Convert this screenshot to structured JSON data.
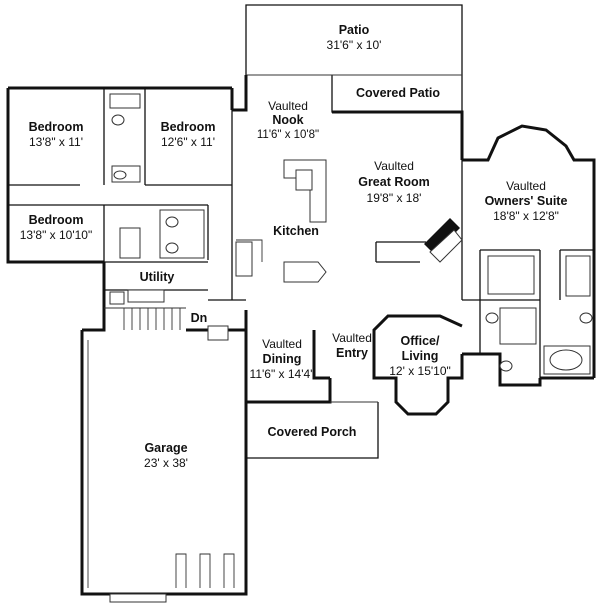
{
  "rooms": {
    "patio": {
      "name": "Patio",
      "dims": "31'6\" x 10'"
    },
    "covered_patio": {
      "name": "Covered Patio"
    },
    "nook": {
      "prefix": "Vaulted",
      "name": "Nook",
      "dims": "11'6\" x 10'8\""
    },
    "great_room": {
      "prefix": "Vaulted",
      "name": "Great Room",
      "dims": "19'8\" x 18'"
    },
    "owners_suite": {
      "prefix": "Vaulted",
      "name": "Owners' Suite",
      "dims": "18'8\" x 12'8\""
    },
    "bedroom1": {
      "name": "Bedroom",
      "dims": "13'8\" x 11'"
    },
    "bedroom2": {
      "name": "Bedroom",
      "dims": "12'6\" x 11'"
    },
    "bedroom3": {
      "name": "Bedroom",
      "dims": "13'8\" x 10'10\""
    },
    "kitchen": {
      "name": "Kitchen"
    },
    "utility": {
      "name": "Utility"
    },
    "stair": {
      "label": "Dn"
    },
    "dining": {
      "prefix": "Vaulted",
      "name": "Dining",
      "dims": "11'6\" x 14'4\""
    },
    "entry": {
      "prefix": "Vaulted",
      "name": "Entry"
    },
    "office": {
      "name1": "Office/",
      "name2": "Living",
      "dims": "12' x 15'10\""
    },
    "covered_porch": {
      "name": "Covered Porch"
    },
    "garage": {
      "name": "Garage",
      "dims": "23' x 38'"
    }
  }
}
